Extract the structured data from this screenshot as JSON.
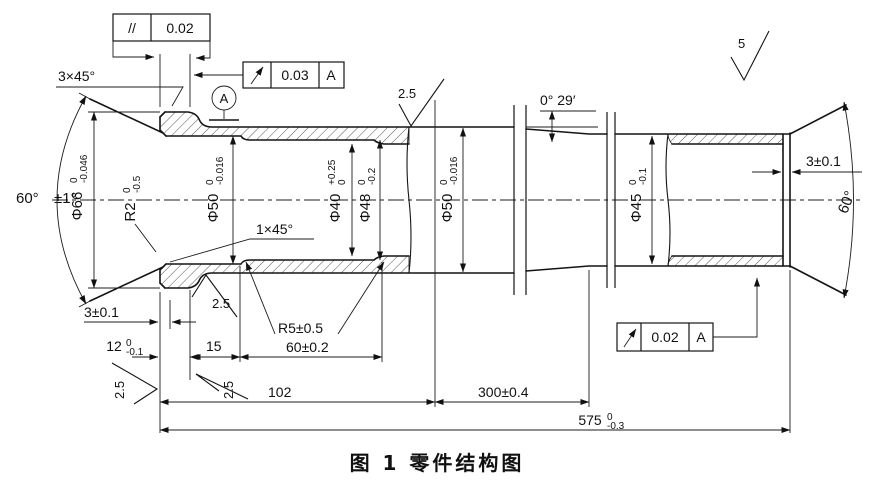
{
  "figure_caption": "图 1  零件结构图",
  "datum_label": "A",
  "frames": {
    "parallelism": {
      "symbol": "//",
      "value": "0.02",
      "icon": "parallelism-icon"
    },
    "runout_top": {
      "icon": "circular-runout-arrow",
      "value": "0.03",
      "datum": "A"
    },
    "runout_bottom": {
      "icon": "circular-runout-arrow",
      "value": "0.02",
      "datum": "A"
    }
  },
  "dims": {
    "dia66": {
      "main": "Φ66",
      "up": "0",
      "low": "-0.046"
    },
    "dia50_bore": {
      "main": "Φ50",
      "up": "0",
      "low": "-0.016"
    },
    "dia40": {
      "main": "Φ40",
      "up": "+0.25",
      "low": "0"
    },
    "dia48": {
      "main": "Φ48",
      "up": "0",
      "low": "-0.2"
    },
    "dia50_mid": {
      "main": "Φ50",
      "up": "0",
      "low": "-0.016"
    },
    "dia45": {
      "main": "Φ45",
      "up": "0",
      "low": "-0.1"
    },
    "r2": {
      "main": "R2",
      "up": "0",
      "low": "-0.5"
    },
    "len12": {
      "main": "12",
      "up": "0",
      "low": "-0.1"
    },
    "len575": {
      "main": "575",
      "up": "0",
      "low": "-0.3"
    },
    "chamfer_3x45": "3×45°",
    "chamfer_1x45": "1×45°",
    "wall3_left": "3±0.1",
    "wall3_right": "3±0.1",
    "len15": "15",
    "len60": "60±0.2",
    "r5": "R5±0.5",
    "len102": "102",
    "len300": "300±0.4",
    "angle60_left": "60°",
    "angle60_left_tol": "±1°",
    "angle60_right": "60°",
    "taper_angle": "0° 29′"
  },
  "roughness": {
    "general": "5",
    "left_face": "2.5",
    "flange_face": "2.5",
    "outer_mid": "2.5",
    "outer_bottom": "2.5"
  }
}
